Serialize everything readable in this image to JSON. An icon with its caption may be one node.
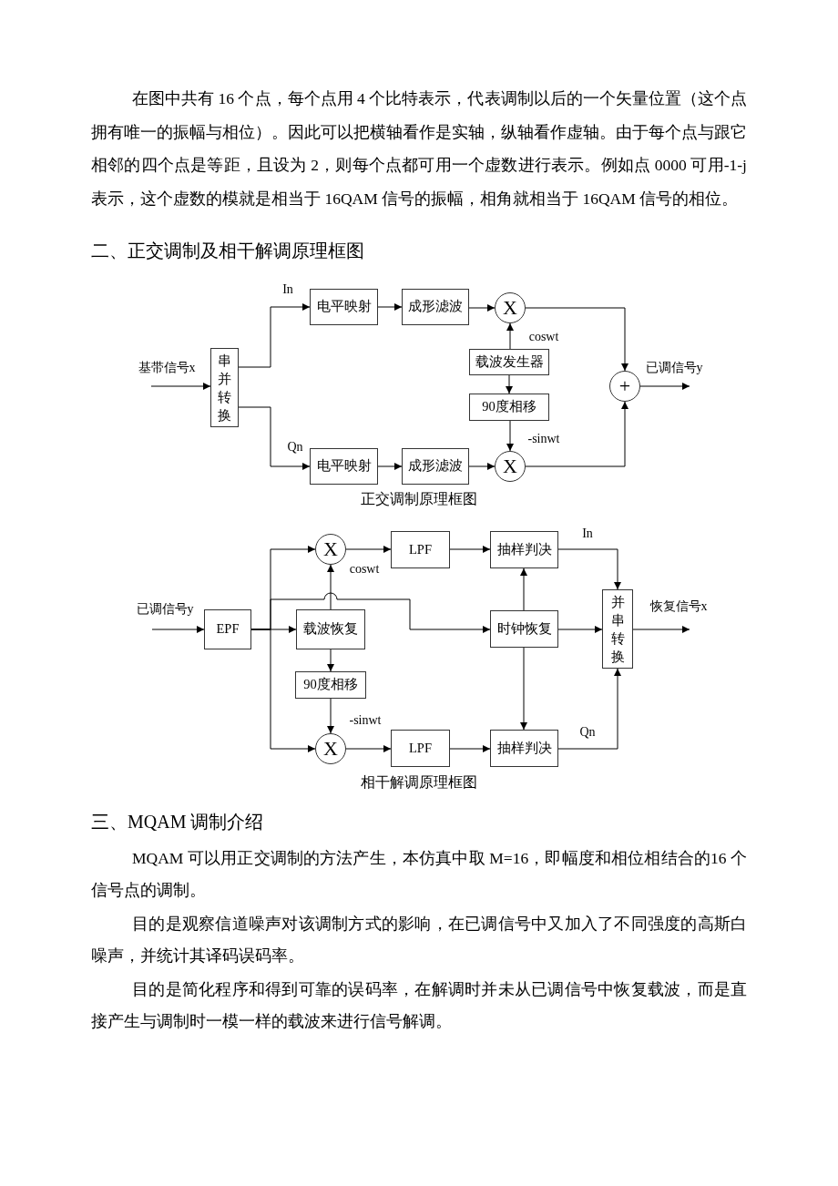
{
  "diagram": {
    "nodes": [
      {
        "text": [
          "串并转换"
        ]
      },
      {
        "text": [
          "电平映射"
        ]
      },
      {
        "text": [
          "成形滤波"
        ]
      },
      {
        "text": [
          "X"
        ]
      },
      {
        "text": [
          "载波发生器"
        ]
      },
      {
        "text": [
          "90度相移"
        ]
      },
      {
        "text": [
          "+"
        ]
      },
      {
        "text": [
          "电平映射"
        ]
      },
      {
        "text": [
          "成形滤波"
        ]
      },
      {
        "text": [
          "X"
        ]
      },
      {
        "text": [
          "X"
        ]
      },
      {
        "text": [
          "LPF"
        ]
      },
      {
        "text": [
          "抽样判决"
        ]
      },
      {
        "text": [
          "EPF"
        ]
      },
      {
        "text": [
          "载波恢复"
        ]
      },
      {
        "text": [
          "时钟恢复"
        ]
      },
      {
        "text": [
          "并串转换"
        ]
      },
      {
        "text": [
          "90度相移"
        ]
      },
      {
        "text": [
          "X"
        ]
      },
      {
        "text": [
          "LPF"
        ]
      },
      {
        "text": [
          "抽样判决"
        ]
      }
    ],
    "edges": [
      {
        "from": null,
        "to": 0,
        "arrow": "to",
        "label": "基带信号x"
      },
      {
        "from": 0,
        "to": 1,
        "arrow": "to",
        "label": "In"
      },
      {
        "from": 0,
        "to": 7,
        "arrow": "to",
        "label": "Qn"
      },
      {
        "from": 1,
        "to": 2,
        "arrow": "to"
      },
      {
        "from": 2,
        "to": 3,
        "arrow": "to"
      },
      {
        "from": 4,
        "to": 3,
        "arrow": "to",
        "label": "coswt"
      },
      {
        "from": 4,
        "to": 5,
        "arrow": "to"
      },
      {
        "from": 5,
        "to": 9,
        "arrow": "to",
        "label": "-sinwt"
      },
      {
        "from": 7,
        "to": 8,
        "arrow": "to"
      },
      {
        "from": 8,
        "to": 9,
        "arrow": "to"
      },
      {
        "from": 3,
        "to": 6,
        "arrow": "to"
      },
      {
        "from": 9,
        "to": 6,
        "arrow": "to"
      },
      {
        "from": 6,
        "to": null,
        "arrow": "to",
        "label": "已调信号y"
      },
      {
        "from": null,
        "to": 13,
        "arrow": "to",
        "label": "已调信号y"
      },
      {
        "from": 13,
        "to": 10,
        "arrow": "to"
      },
      {
        "from": 13,
        "to": 18,
        "arrow": "to"
      },
      {
        "from": 13,
        "to": 14,
        "arrow": "to"
      },
      {
        "from": 13,
        "to": 15,
        "arrow": "to"
      },
      {
        "from": 14,
        "to": 10,
        "arrow": "to",
        "label": "coswt"
      },
      {
        "from": 14,
        "to": 17,
        "arrow": "to"
      },
      {
        "from": 17,
        "to": 18,
        "arrow": "to",
        "label": "-sinwt"
      },
      {
        "from": 10,
        "to": 11,
        "arrow": "to"
      },
      {
        "from": 11,
        "to": 12,
        "arrow": "to"
      },
      {
        "from": 12,
        "to": 16,
        "arrow": "to",
        "label": "In"
      },
      {
        "from": 15,
        "to": 12,
        "arrow": "to"
      },
      {
        "from": 15,
        "to": 20,
        "arrow": "to"
      },
      {
        "from": 15,
        "to": 16,
        "arrow": "to"
      },
      {
        "from": 18,
        "to": 19,
        "arrow": "to"
      },
      {
        "from": 19,
        "to": 20,
        "arrow": "to"
      },
      {
        "from": 20,
        "to": 16,
        "arrow": "to",
        "label": "Qn"
      },
      {
        "from": 16,
        "to": null,
        "arrow": "to",
        "label": "恢复信号x"
      }
    ],
    "labels": [
      "在图中共有 16 个点，每个点用 4 个比特表示，代表调制以后的一个矢量位置（这个点拥有唯一的振幅与相位）。因此可以把横轴看作是实轴，纵轴看作虚轴。由于每个点与跟它相邻的四个点是等距，且设为 2，则每个点都可用一个虚数进行表示。例如点 0000 可用-1-j表示，这个虚数的模就是相当于 16QAM 信号的振幅，相角就相当于 16QAM 信号的相位。",
      "二、正交调制及相干解调原理框图",
      "正交调制原理框图",
      "相干解调原理框图",
      "三、MQAM 调制介绍",
      "MQAM 可以用正交调制的方法产生，本仿真中取 M=16，即幅度和相位相结合的16 个信号点的调制。",
      "目的是观察信道噪声对该调制方式的影响，在已调信号中又加入了不同强度的高斯白噪声，并统计其译码误码率。",
      "目的是简化程序和得到可靠的误码率，在解调时并未从已调信号中恢复载波，而是直接产生与调制时一模一样的载波来进行信号解调。"
    ]
  }
}
